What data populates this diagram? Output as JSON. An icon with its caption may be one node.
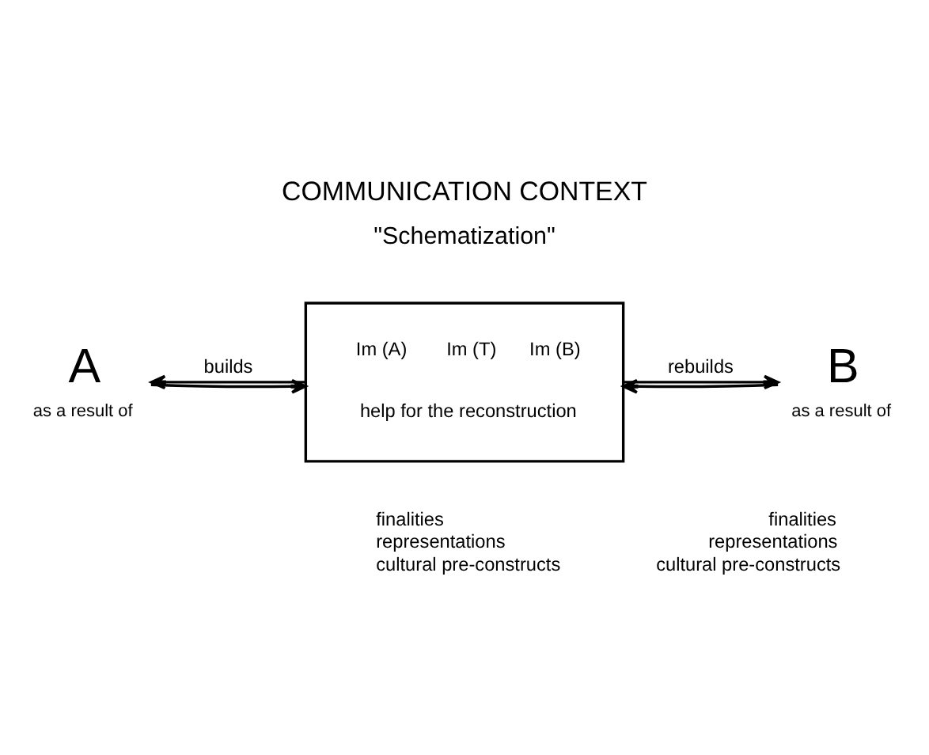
{
  "diagram": {
    "title": "COMMUNICATION CONTEXT",
    "nodes": [
      {
        "text": [
          "A"
        ],
        "beside": [
          "as a result of"
        ]
      },
      {
        "text": [
          "Im (A)",
          "Im (T)",
          "Im (B)",
          "help for the reconstruction"
        ]
      },
      {
        "text": [
          "B"
        ],
        "beside": [
          "as a result of"
        ]
      }
    ],
    "edges": [
      {
        "from": 1,
        "to": 0,
        "arrow": "to",
        "label": "builds"
      },
      {
        "from": 0,
        "to": 1,
        "arrow": "to"
      },
      {
        "from": 1,
        "to": 2,
        "arrow": "to",
        "label": "rebuilds"
      },
      {
        "from": 2,
        "to": 1,
        "arrow": "to"
      }
    ],
    "labels": [
      "\"Schematization\"",
      "finalities",
      "representations",
      "cultural pre-constructs",
      "finalities",
      "representations",
      "cultural pre-constructs"
    ]
  }
}
